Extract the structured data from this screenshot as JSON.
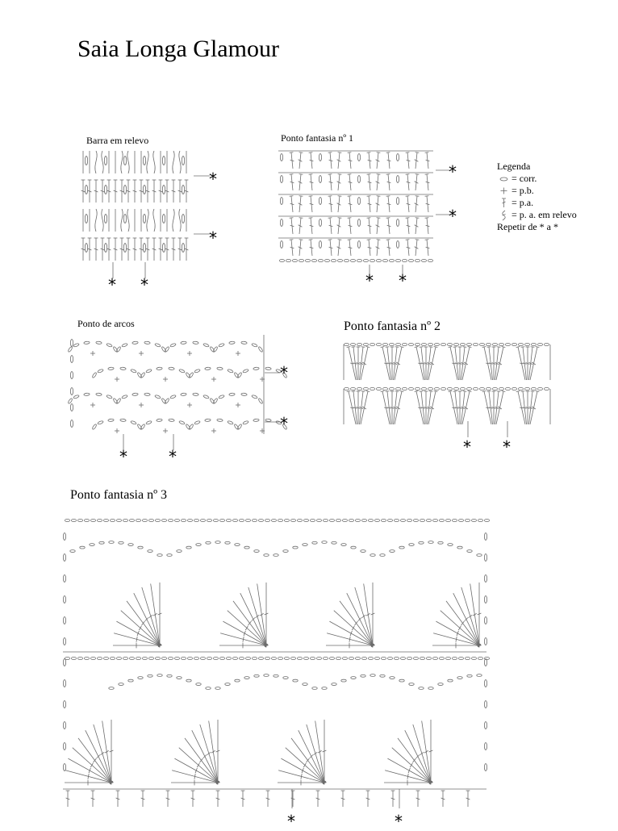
{
  "page_title": "Saia Longa Glamour",
  "sections": {
    "barra": {
      "title": "Barra em relevo"
    },
    "fantasia1": {
      "title": "Ponto fantasia nº 1"
    },
    "arcos": {
      "title": "Ponto de arcos"
    },
    "fantasia2": {
      "title": "Ponto fantasia nº 2"
    },
    "fantasia3": {
      "title": "Ponto fantasia nº 3"
    }
  },
  "legend": {
    "heading": "Legenda",
    "items": [
      {
        "icon": "chain-oval-icon",
        "label": "= corr."
      },
      {
        "icon": "single-crochet-cross-icon",
        "label": "= p.b."
      },
      {
        "icon": "double-crochet-icon",
        "label": "= p.a."
      },
      {
        "icon": "relief-double-crochet-icon",
        "label": "= p. a. em relevo"
      }
    ],
    "repeat": "Repetir de * a *"
  },
  "repeat_marker": "*",
  "colors": {
    "ink": "#000000",
    "stitch": "#6b6b6b",
    "paper": "#ffffff"
  }
}
